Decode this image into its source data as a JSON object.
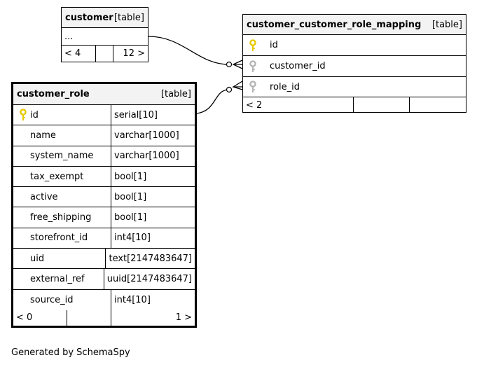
{
  "tables": {
    "customer": {
      "name": "customer",
      "kind": "[table]",
      "ellipsis": "...",
      "footer": {
        "left": "< 4",
        "right": "12 >"
      }
    },
    "mapping": {
      "name": "customer_customer_role_mapping",
      "kind": "[table]",
      "columns": [
        {
          "name": "id",
          "key": "primary"
        },
        {
          "name": "customer_id",
          "key": "foreign"
        },
        {
          "name": "role_id",
          "key": "foreign"
        }
      ],
      "footer": {
        "left": "< 2"
      }
    },
    "customer_role": {
      "name": "customer_role",
      "kind": "[table]",
      "columns": [
        {
          "name": "id",
          "type": "serial[10]",
          "key": "primary"
        },
        {
          "name": "name",
          "type": "varchar[1000]"
        },
        {
          "name": "system_name",
          "type": "varchar[1000]"
        },
        {
          "name": "tax_exempt",
          "type": "bool[1]"
        },
        {
          "name": "active",
          "type": "bool[1]"
        },
        {
          "name": "free_shipping",
          "type": "bool[1]"
        },
        {
          "name": "storefront_id",
          "type": "int4[10]"
        },
        {
          "name": "uid",
          "type": "text[2147483647]"
        },
        {
          "name": "external_ref",
          "type": "uuid[2147483647]"
        },
        {
          "name": "source_id",
          "type": "int4[10]"
        }
      ],
      "footer": {
        "left": "< 0",
        "right": "1 >"
      }
    }
  },
  "colors": {
    "primary_key": "#e8c800",
    "foreign_key": "#b4b4b4",
    "header_bg": "#f3f3f3"
  },
  "icons": {
    "primary_key": "key-icon",
    "foreign_key": "key-icon"
  },
  "footer_text": "Generated by SchemaSpy"
}
